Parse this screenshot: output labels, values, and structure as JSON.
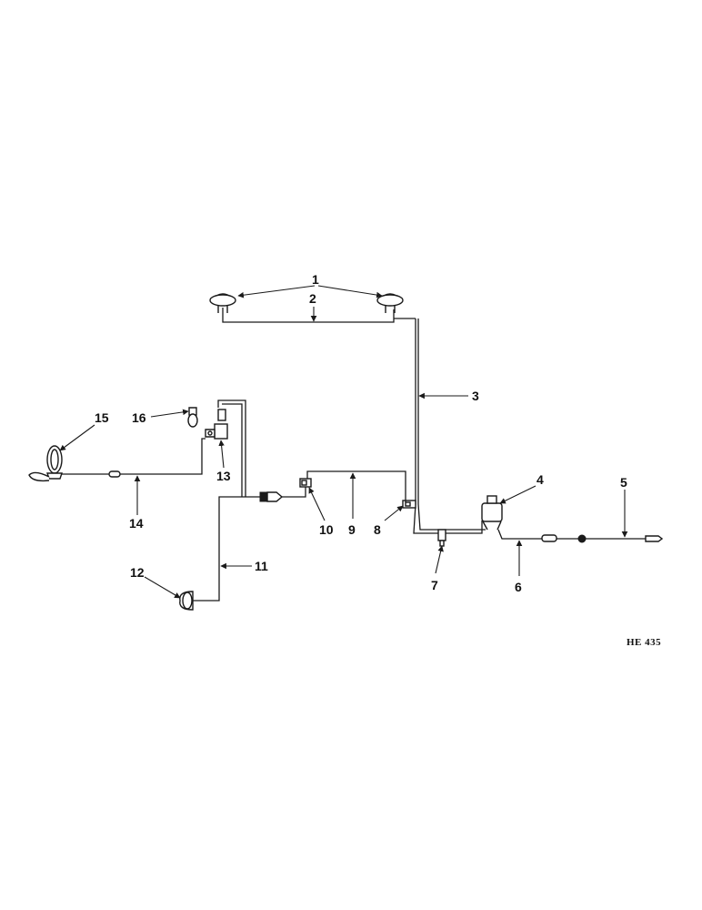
{
  "figure_code": "HE 435",
  "callouts": {
    "c1": "1",
    "c2": "2",
    "c3": "3",
    "c4": "4",
    "c5": "5",
    "c6": "6",
    "c7": "7",
    "c8": "8",
    "c9": "9",
    "c10": "10",
    "c11": "11",
    "c12": "12",
    "c13": "13",
    "c14": "14",
    "c15": "15",
    "c16": "16"
  }
}
